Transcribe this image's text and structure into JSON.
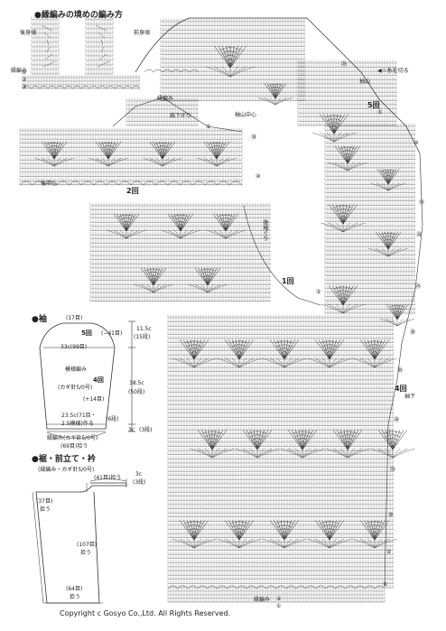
{
  "headings": {
    "edge_join": "●縁編みの境めの編み方",
    "sleeve": "●袖",
    "hem": "●裾・前立て・衿"
  },
  "edge_join": {
    "left_label": "後身頃",
    "right_label": "前身頃",
    "side_label": "縁編み"
  },
  "main_chart": {
    "legend": "◀＝糸を切る",
    "sleeve_top": "袖山",
    "sleeve_center": "袖山中心",
    "edge_label": "縁編み",
    "shoulder": "肩下がり",
    "back_center": "後中心",
    "back_armhole": "後袖ぐり",
    "underarm": "袖下",
    "bottom_edge": "縁編み",
    "piece_1": "1回",
    "piece_2": "2回",
    "piece_4": "4回",
    "piece_5": "5回"
  },
  "sleeve": {
    "top_stitches": "(17目)",
    "piece_5": "5回",
    "top_minus": "(−41目)",
    "dim_top": "11.5c",
    "dim_top_rows": "(15段)",
    "width": "33c(99目)",
    "pattern": "模様編み",
    "hook": "(カギ針5/0号)",
    "increase": "(+14目)",
    "piece_4": "4回",
    "dim_mid": "38.5c",
    "dim_mid_rows": "(50段)",
    "cuff_1": "23.5c(71目・",
    "cuff_2": "2.5模様)作る",
    "rows6": "(6段)",
    "dim_bottom": "3c",
    "rows3": "(3段)",
    "edge_note": "縁編み(カギ針5/0号)",
    "pickup": "(69目)拾う"
  },
  "hem": {
    "subtitle": "(縁編み・カギ針5/0号)",
    "neck_pick": "(41目)拾う",
    "dim": "3c",
    "dim_rows": "(3段)",
    "front_pick": "(37目)",
    "front_pick2": "拾う",
    "side_pick": "(107目)",
    "side_pick2": "拾う",
    "bottom_pick": "(64目)",
    "bottom_pick2": "拾う"
  },
  "row_numbers": [
    "①",
    "②",
    "③",
    "⑤",
    "⑩",
    "⑮",
    "⑳",
    "㉕",
    "㉚",
    "㉟",
    "㊵"
  ],
  "copyright": "Copyright c Gosyo Co.,Ltd. All Rights Reserved."
}
